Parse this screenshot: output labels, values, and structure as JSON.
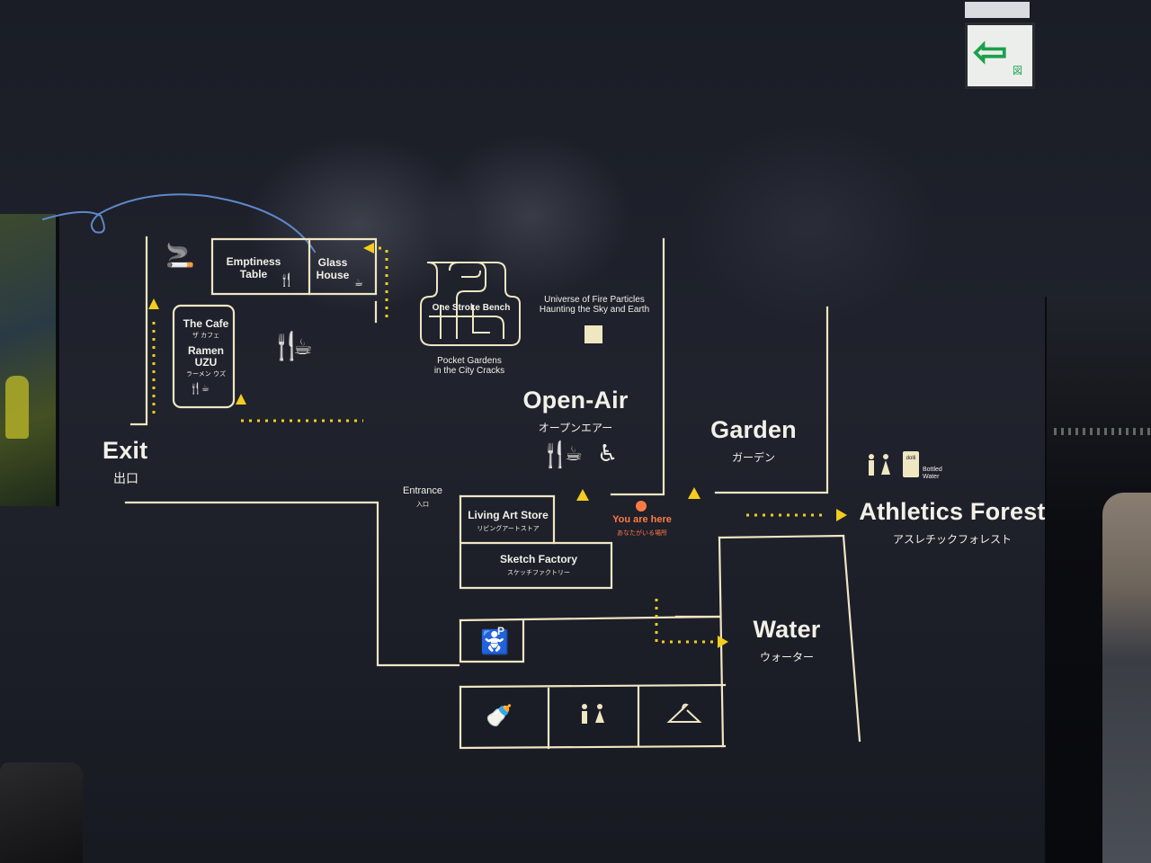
{
  "colors": {
    "wall": "#1b1e27",
    "line": "#efe6c2",
    "path_dots": "#f5cc1e",
    "you_are_here": "#ff7a45",
    "exit_sign_green": "#1aa14a"
  },
  "exit_sign": {
    "tag": "図"
  },
  "areas": {
    "exit": {
      "title": "Exit",
      "jp": "出口"
    },
    "open_air": {
      "title": "Open-Air",
      "jp": "オープンエアー"
    },
    "garden": {
      "title": "Garden",
      "jp": "ガーデン"
    },
    "athletics_forest": {
      "title": "Athletics Forest",
      "jp": "アスレチックフォレスト"
    },
    "water": {
      "title": "Water",
      "jp": "ウォーター"
    }
  },
  "rooms": {
    "emptiness_table": {
      "line1": "Emptiness",
      "line2": "Table"
    },
    "glass_house": {
      "line1": "Glass",
      "line2": "House"
    },
    "the_cafe": {
      "name": "The Cafe",
      "jp": "ザ カフェ"
    },
    "ramen_uzu": {
      "line1": "Ramen",
      "line2": "UZU",
      "jp": "ラーメン ウズ"
    },
    "living_art_store": {
      "name": "Living Art Store",
      "jp": "リビングアートストア"
    },
    "sketch_factory": {
      "name": "Sketch Factory",
      "jp": "スケッチファクトリー"
    }
  },
  "artworks": {
    "one_stroke_bench": "One Stroke Bench",
    "pocket_gardens": {
      "line1": "Pocket Gardens",
      "line2": "in the City Cracks"
    },
    "universe": {
      "line1": "Universe of Fire Particles",
      "line2": "Haunting the Sky and Earth"
    }
  },
  "entrance": {
    "title": "Entrance",
    "jp": "入口"
  },
  "you_are_here": {
    "title": "You are here",
    "jp": "あなたがいる場所"
  },
  "bottled_water": {
    "line1": "Bottled",
    "line2": "Water"
  },
  "icons": [
    "smoking-icon",
    "cutlery-icon",
    "coffee-cup-icon",
    "seat-icon",
    "restroom-icon",
    "stroller-parking-icon",
    "baby-care-icon",
    "cloakroom-hanger-icon",
    "vending-machine-icon"
  ],
  "stroller_parking_letter": "P",
  "vending_label": "dolli"
}
